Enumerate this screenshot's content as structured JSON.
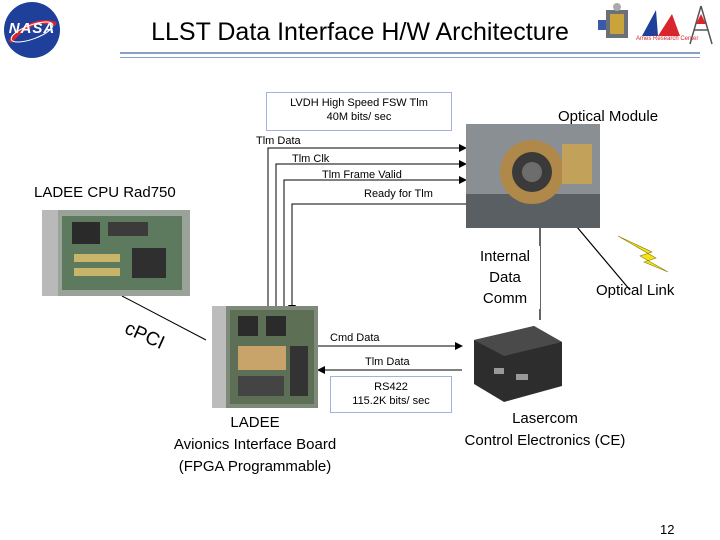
{
  "title": "LLST Data Interface H/W Architecture",
  "header_logos": {
    "nasa_text": "NASA",
    "mission_logo_text": "Ames Research Center"
  },
  "callouts": {
    "lvdh": "LVDH High Speed FSW Tlm\n40M bits/ sec",
    "rs422": "RS422\n115.2K bits/ sec"
  },
  "signals_top": [
    "Tlm Data",
    "Tlm Clk",
    "Tlm Frame Valid",
    "Ready for Tlm"
  ],
  "signals_bottom": [
    "Cmd Data",
    "Tlm Data"
  ],
  "components": {
    "cpu": "LADEE CPU Rad750",
    "optical_module": "Optical Module",
    "internal_comm": "Internal\nData\nComm",
    "optical_link": "Optical Link",
    "cpci": "cPCI",
    "aib": "LADEE\nAvionics Interface Board\n(FPGA Programmable)",
    "ce": "Lasercom\nControl Electronics (CE)"
  },
  "page_number": "12",
  "colors": {
    "title_rule": "#8aa0c8",
    "callout_border": "#9fb3dc",
    "link_bolt": "#f2e21c",
    "nasa_blue": "#1e3f9a"
  }
}
